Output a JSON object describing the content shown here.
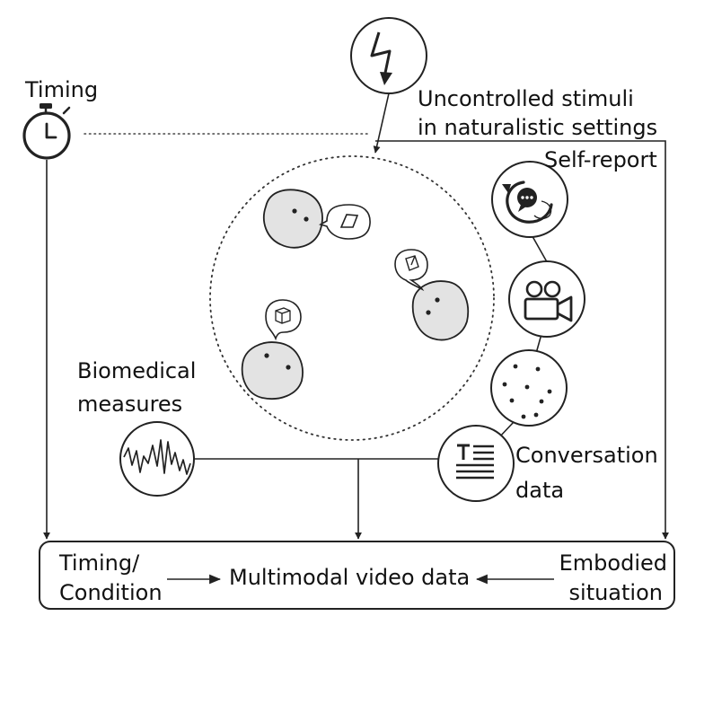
{
  "labels": {
    "timing": "Timing",
    "stimuli_line1": "Uncontrolled stimuli",
    "stimuli_line2": "in naturalistic settings",
    "self_report": "Self-report",
    "biomedical_line1": "Biomedical",
    "biomedical_line2": "measures",
    "conversation_line1": "Conversation",
    "conversation_line2": "data",
    "timing_condition_line1": "Timing/",
    "timing_condition_line2": "Condition",
    "multimodal": "Multimodal video data",
    "embodied_line1": "Embodied",
    "embodied_line2": "situation"
  },
  "icons": {
    "stopwatch": "stopwatch-icon",
    "stimulus": "lightning-bolt-icon",
    "self_report": "rotating-speech-bubble-icon",
    "video": "video-camera-icon",
    "dots": "scattered-dots-icon",
    "text": "text-document-icon",
    "signal": "biosignal-waveform-icon"
  },
  "colors": {
    "stroke": "#222222",
    "blob_fill": "#e3e3e3",
    "background": "#ffffff"
  }
}
